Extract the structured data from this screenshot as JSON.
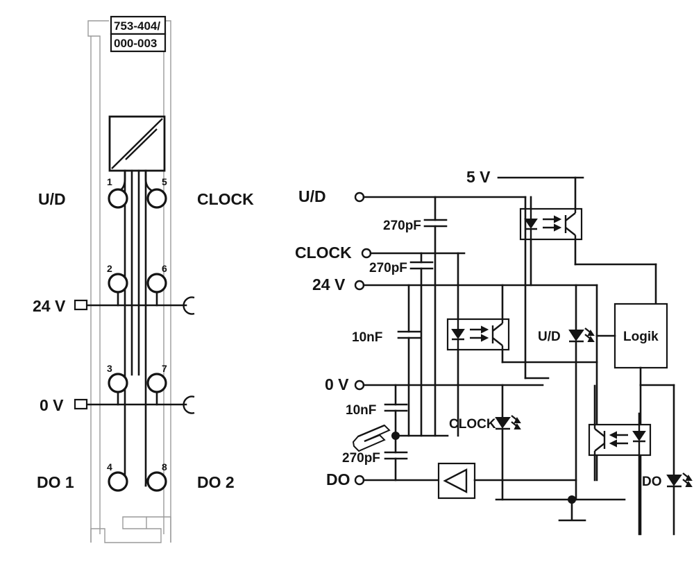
{
  "module": {
    "part_label_line1": "753-404/",
    "part_label_line2": "000-003",
    "left_labels": {
      "top": "U/D",
      "power": "24 V",
      "ground": "0 V",
      "output": "DO 1"
    },
    "right_labels": {
      "top": "CLOCK",
      "output": "DO 2"
    },
    "pins": {
      "p1": "1",
      "p2": "2",
      "p3": "3",
      "p4": "4",
      "p5": "5",
      "p6": "6",
      "p7": "7",
      "p8": "8"
    }
  },
  "circuit": {
    "terminals": {
      "ud": "U/D",
      "clock": "CLOCK",
      "v24": "24 V",
      "v0": "0 V",
      "do": "DO"
    },
    "supply_label": "5 V",
    "capacitors": {
      "c1": "270pF",
      "c2": "270pF",
      "c3": "10nF",
      "c4": "10nF",
      "c5": "270pF"
    },
    "indicators": {
      "ud_led": "U/D",
      "clock_led": "CLOCK",
      "do_led": "DO"
    },
    "logic_block": "Logik"
  },
  "colors": {
    "line": "#141414",
    "case_outline": "#9a9a9a",
    "background": "#ffffff"
  },
  "icons": {
    "module_body": "module-housing-icon",
    "din_rail": "din-rail-icon",
    "ground": "chassis-ground-icon",
    "optocoupler": "optocoupler-icon",
    "led": "led-indicator-icon",
    "capacitor": "capacitor-icon",
    "buffer": "buffer-amplifier-icon"
  }
}
